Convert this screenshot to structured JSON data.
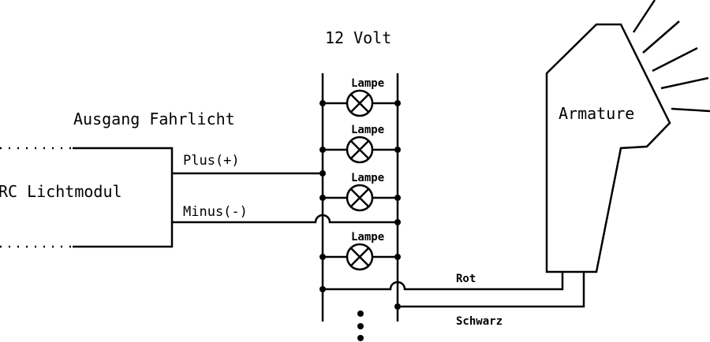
{
  "title": "12 Volt",
  "output_label": "Ausgang Fahrlicht",
  "module_label": "RC Lichtmodul",
  "plus_label": "Plus(+)",
  "minus_label": "Minus(-)",
  "lamps": [
    {
      "label": "Lampe"
    },
    {
      "label": "Lampe"
    },
    {
      "label": "Lampe"
    },
    {
      "label": "Lampe"
    }
  ],
  "red_wire_label": "Rot",
  "black_wire_label": "Schwarz",
  "armature_label": "Armature"
}
